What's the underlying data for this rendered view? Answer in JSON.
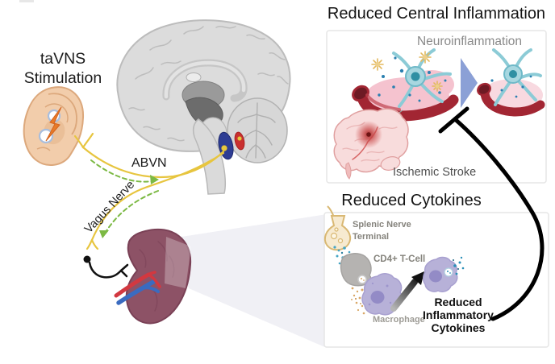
{
  "figure": {
    "left": {
      "stimulation_label": "taVNS\nStimulation",
      "abvn_label": "ABVN",
      "vagus_nerve_label": "Vagus Nerve"
    },
    "central_panel": {
      "title": "Reduced Central Inflammation",
      "neuroinflammation_label": "Neuroinflammation",
      "ischemic_stroke_label": "Ischemic Stroke"
    },
    "cytokine_panel": {
      "title": "Reduced Cytokines",
      "splenic_nerve_terminal_label": "Splenic Nerve\nTerminal",
      "cd4_tcell_label": "CD4+ T-Cell",
      "macrophage_label": "Macrophage",
      "result_label": "Reduced\nInflammatory\nCytokines"
    }
  },
  "illustrations": [
    "ear-with-electrodes-icon",
    "lightning-bolt-icon",
    "sagittal-brain-icon",
    "brainstem-nuclei-icon",
    "vagus-nerve-path",
    "efferent-green-arrows",
    "spleen-icon",
    "splenic-nerve-icon",
    "magnifier-beam",
    "inflamed-neuron-icon",
    "calm-neuron-icon",
    "transition-triangle-icon",
    "ischemic-brain-icon",
    "inhibition-tbar-icon",
    "nerve-terminal-icon",
    "cd4-tcell-icon",
    "macrophage-icon",
    "activated-macrophage-icon",
    "block-arrow-icon"
  ],
  "colors": {
    "nerve_yellow": "#e7c53f",
    "efferent_green": "#7cb944",
    "skin": "#f2cdab",
    "bolt_orange": "#e87b28",
    "brain_gray": "#dcdcdc",
    "thalamus_dark": "#6c6c6c",
    "nts_blue": "#2e3d94",
    "nucleus_red": "#c93030",
    "spleen_plum": "#8d5266",
    "artery_red": "#d23840",
    "vein_blue": "#3a6bc0",
    "astrocyte_teal": "#a7d7e0",
    "inflamed_pink": "#f5c3cf",
    "microglia_yellow": "#e3b95f",
    "cytokine_blue": "#2a7fb0",
    "vessel_dark_red": "#a22633",
    "triangle_blue": "#8ba0d6",
    "macrophage_purple": "#b7b1d8",
    "tcell_gray": "#b5b3b1",
    "terminal_tan": "#f7ead0",
    "inhibitor_black": "#000000",
    "panel_border": "#e6e6e6"
  }
}
